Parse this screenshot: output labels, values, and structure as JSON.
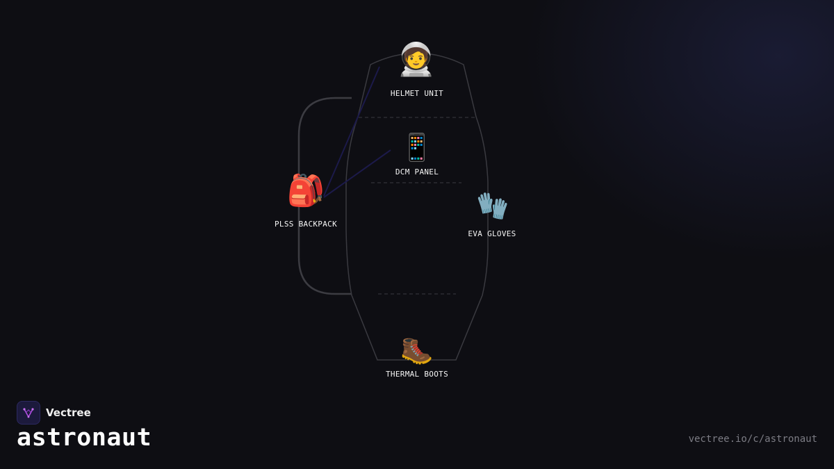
{
  "brand": {
    "name": "Vectree",
    "accent": "#b04ee0"
  },
  "page": {
    "title": "astronaut",
    "url": "vectree.io/c/astronaut"
  },
  "nodes": [
    {
      "id": "helmet",
      "label": "HELMET UNIT",
      "icon": "astronaut-icon",
      "emoji": "🧑‍🚀"
    },
    {
      "id": "dcm",
      "label": "DCM PANEL",
      "icon": "mobile-phone-icon",
      "emoji": "📱"
    },
    {
      "id": "backpack",
      "label": "PLSS BACKPACK",
      "icon": "backpack-icon",
      "emoji": "🎒"
    },
    {
      "id": "gloves",
      "label": "EVA GLOVES",
      "icon": "gloves-icon",
      "emoji": "🧤"
    },
    {
      "id": "boots",
      "label": "THERMAL BOOTS",
      "icon": "boots-icon",
      "emoji": "🥾"
    }
  ],
  "colors": {
    "background": "#0e0e13",
    "outline": "#3a3a40",
    "connector": "#1c1a4a"
  }
}
